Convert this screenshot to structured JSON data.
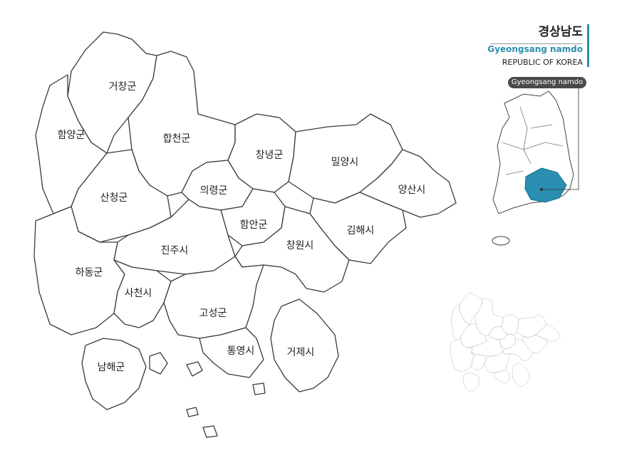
{
  "header": {
    "title_ko": "경상남도",
    "title_en": "Gyeongsang namdo",
    "subtitle": "REPUBLIC OF KOREA"
  },
  "locator": {
    "tag": "Gyeongsang namdo",
    "highlight_color": "#2a8fb0"
  },
  "regions": [
    {
      "id": "geochang",
      "name": "거창군"
    },
    {
      "id": "hamyang",
      "name": "함양군"
    },
    {
      "id": "hapcheon",
      "name": "합천군"
    },
    {
      "id": "changnyeong",
      "name": "창녕군"
    },
    {
      "id": "miryang",
      "name": "밀양시"
    },
    {
      "id": "yangsan",
      "name": "양산시"
    },
    {
      "id": "uiryeong",
      "name": "의령군"
    },
    {
      "id": "sancheong",
      "name": "산청군"
    },
    {
      "id": "haman",
      "name": "함안군"
    },
    {
      "id": "gimhae",
      "name": "김해시"
    },
    {
      "id": "jinju",
      "name": "진주시"
    },
    {
      "id": "changwon",
      "name": "창원시"
    },
    {
      "id": "hadong",
      "name": "하동군"
    },
    {
      "id": "sacheon",
      "name": "사천시"
    },
    {
      "id": "goseong",
      "name": "고성군"
    },
    {
      "id": "tongyeong",
      "name": "통영시"
    },
    {
      "id": "geoje",
      "name": "거제시"
    },
    {
      "id": "namhae",
      "name": "남해군"
    }
  ],
  "icons": {
    "locator": "south-korea-locator-map",
    "inset": "gyeongnam-mini-map"
  }
}
